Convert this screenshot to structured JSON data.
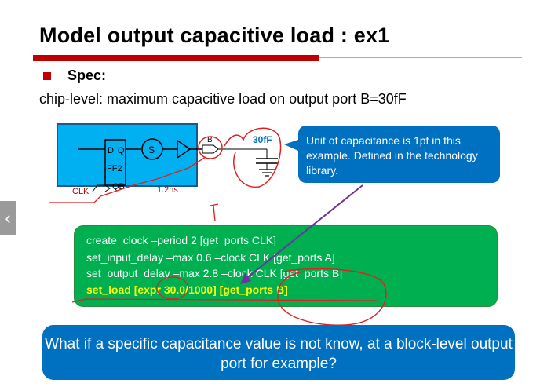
{
  "slide": {
    "title": "Model output capacitive load : ex1",
    "bullet_label": "Spec:",
    "spec_text": "chip-level: maximum capacitive load on output port B=30fF"
  },
  "circuit": {
    "pin_d": "D",
    "pin_q": "Q",
    "flop_name": "FF2",
    "pin_qb": "QB",
    "clk_label": "CLK",
    "gate_label": "S",
    "port_label": "B",
    "delay_label": "1.2ns",
    "cap_label": "30fF"
  },
  "callout": {
    "text": "Unit of capacitance is 1pf in this example. Defined in the technology library."
  },
  "code": {
    "lines": [
      "create_clock –period 2 [get_ports CLK]",
      "set_input_delay –max 0.6 –clock CLK [get_ports A]",
      "set_output_delay –max 2.8 –clock CLK [get_ports B]",
      "set_load [expr 30.0/1000] [get_ports B]"
    ]
  },
  "question": {
    "text": "What if a specific capacitance value is not know, at a block-level output port for example?"
  },
  "nav": {
    "prev_icon": "chevron-left-icon",
    "prev_glyph": "‹"
  },
  "colors": {
    "title_rule": "#c00000",
    "circuit_bg": "#00b0f0",
    "callout_bg": "#0070c0",
    "code_bg": "#00b050",
    "highlight": "#ffff00",
    "ink_red": "#e02020",
    "ink_purple": "#7030a0"
  }
}
